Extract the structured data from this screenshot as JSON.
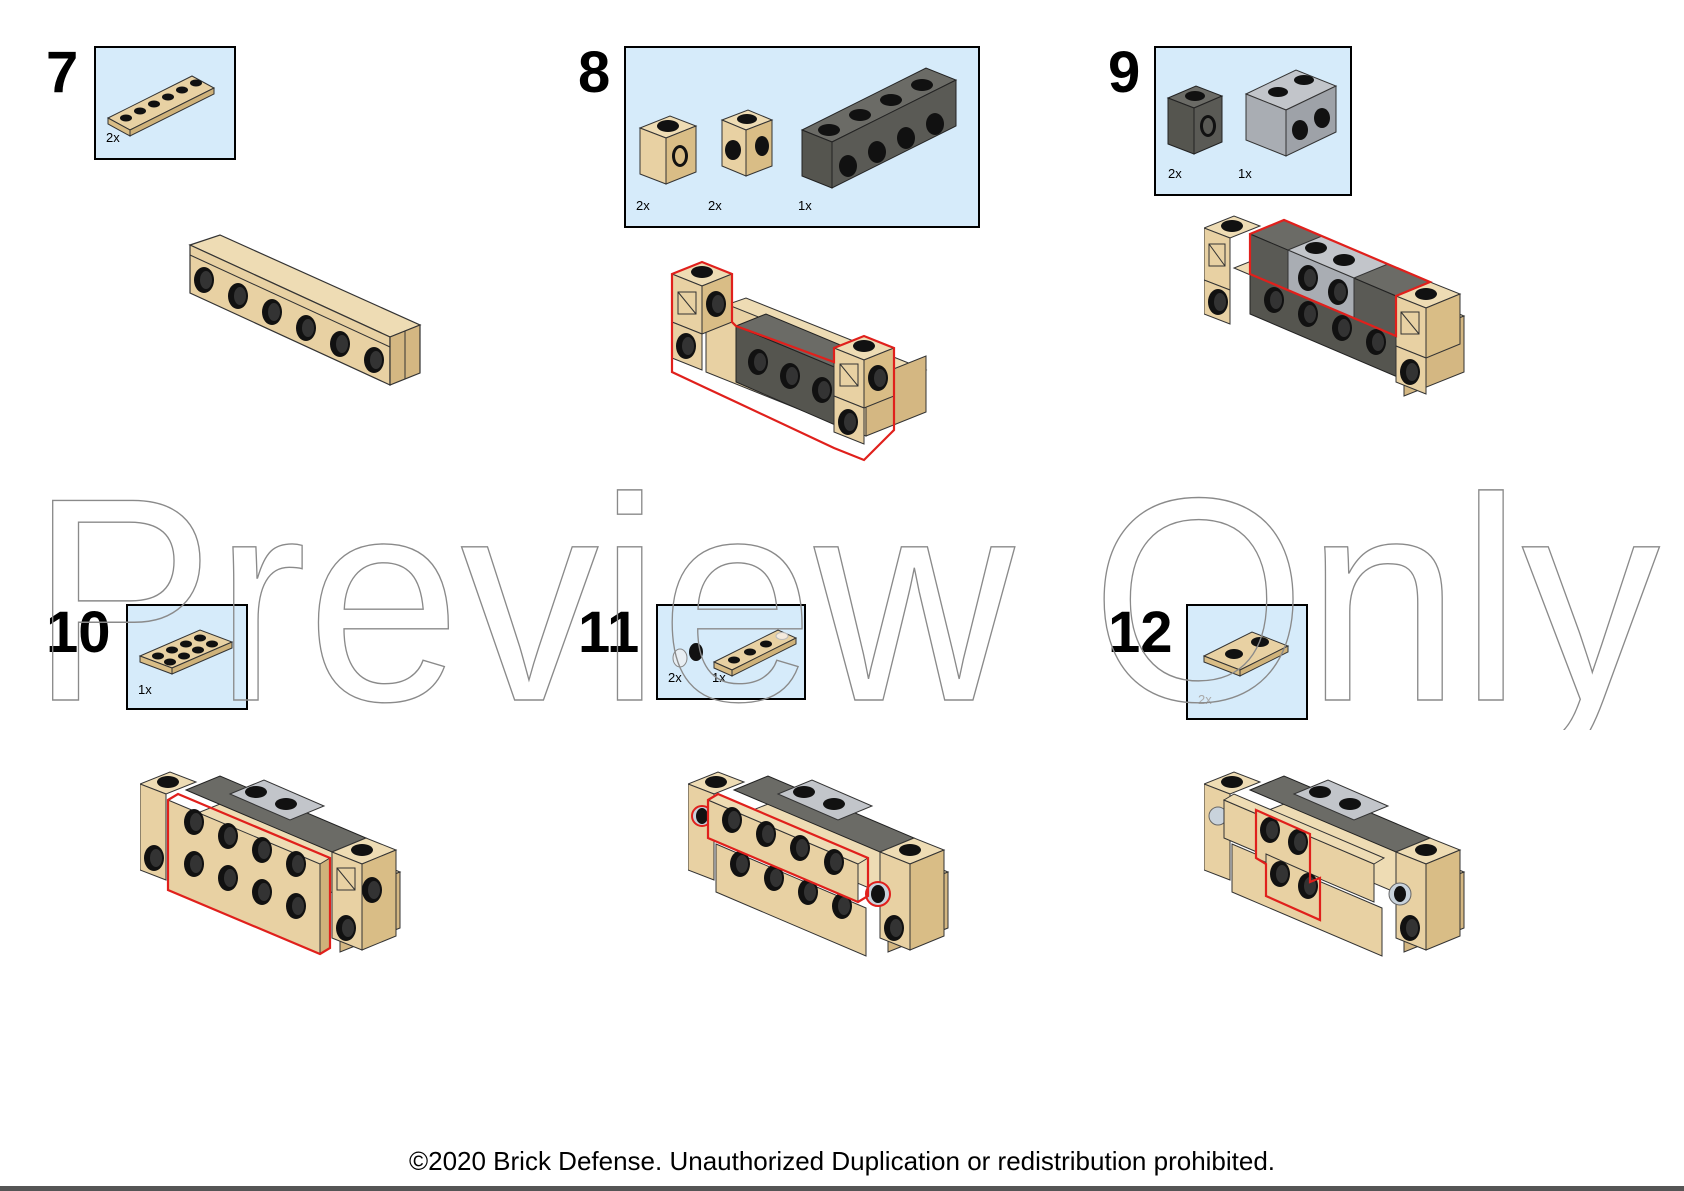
{
  "steps": [
    {
      "number": "7",
      "parts": [
        {
          "qty": "2x"
        }
      ]
    },
    {
      "number": "8",
      "parts": [
        {
          "qty": "2x"
        },
        {
          "qty": "2x"
        },
        {
          "qty": "1x"
        }
      ]
    },
    {
      "number": "9",
      "parts": [
        {
          "qty": "2x"
        },
        {
          "qty": "1x"
        }
      ]
    },
    {
      "number": "10",
      "parts": [
        {
          "qty": "1x"
        }
      ]
    },
    {
      "number": "11",
      "parts": [
        {
          "qty": "2x"
        },
        {
          "qty": "1x"
        }
      ]
    },
    {
      "number": "12",
      "parts": [
        {
          "qty": "2x"
        }
      ]
    }
  ],
  "watermark": "Preview Only",
  "footer": "©2020 Brick Defense. Unauthorized Duplication or redistribution prohibited.",
  "colors": {
    "tan": "#e8d1a3",
    "dark_gray": "#5a5a55",
    "light_gray": "#a9adb3",
    "box_bg": "#d6ebfa",
    "highlight": "#e0201c"
  }
}
